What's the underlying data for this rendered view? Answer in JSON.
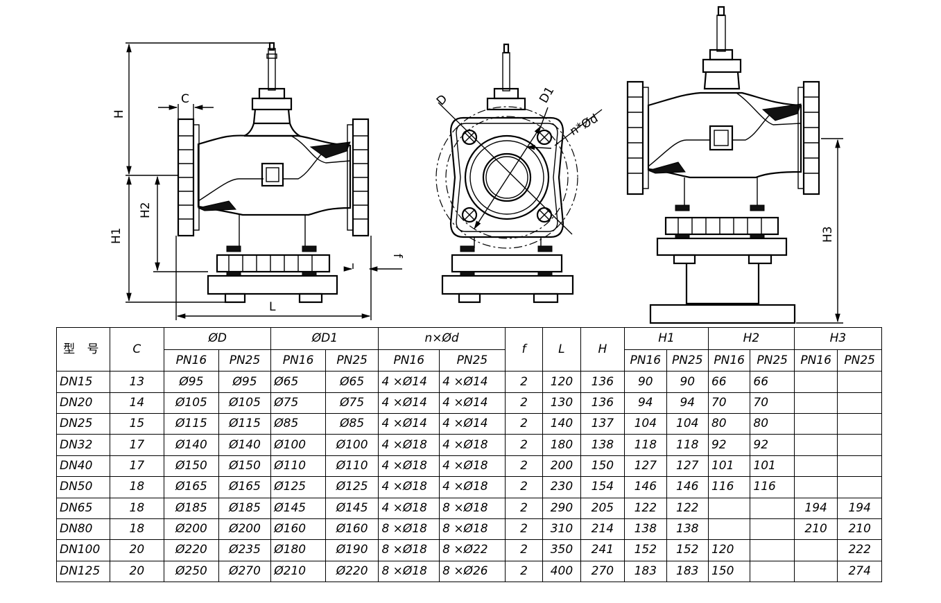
{
  "labels": {
    "C": "C",
    "H": "H",
    "H1": "H1",
    "H2": "H2",
    "H3": "H3",
    "L": "L",
    "f": "f",
    "D": "D",
    "D1": "D1",
    "nd": "n*Ød"
  },
  "table": {
    "model": "型 号",
    "C": "C",
    "phiD": "ØD",
    "phiD1": "ØD1",
    "nxphid": "n×Ød",
    "f": "f",
    "L": "L",
    "H": "H",
    "H1": "H1",
    "H2": "H2",
    "H3": "H3",
    "pn16": "PN16",
    "pn25": "PN25",
    "rows": [
      {
        "dn": "DN15",
        "c": "13",
        "d16": "Ø95",
        "d25": "Ø95",
        "d116": "Ø65",
        "d125": "Ø65",
        "n16": "4 ×Ø14",
        "n25": "4 ×Ø14",
        "f": "2",
        "l": "120",
        "h": "136",
        "h116": "90",
        "h125": "90",
        "h216": "66",
        "h225": "66",
        "h316": "",
        "h325": ""
      },
      {
        "dn": "DN20",
        "c": "14",
        "d16": "Ø105",
        "d25": "Ø105",
        "d116": "Ø75",
        "d125": "Ø75",
        "n16": "4 ×Ø14",
        "n25": "4 ×Ø14",
        "f": "2",
        "l": "130",
        "h": "136",
        "h116": "94",
        "h125": "94",
        "h216": "70",
        "h225": "70",
        "h316": "",
        "h325": ""
      },
      {
        "dn": "DN25",
        "c": "15",
        "d16": "Ø115",
        "d25": "Ø115",
        "d116": "Ø85",
        "d125": "Ø85",
        "n16": "4 ×Ø14",
        "n25": "4 ×Ø14",
        "f": "2",
        "l": "140",
        "h": "137",
        "h116": "104",
        "h125": "104",
        "h216": "80",
        "h225": "80",
        "h316": "",
        "h325": ""
      },
      {
        "dn": "DN32",
        "c": "17",
        "d16": "Ø140",
        "d25": "Ø140",
        "d116": "Ø100",
        "d125": "Ø100",
        "n16": "4 ×Ø18",
        "n25": "4 ×Ø18",
        "f": "2",
        "l": "180",
        "h": "138",
        "h116": "118",
        "h125": "118",
        "h216": "92",
        "h225": "92",
        "h316": "",
        "h325": ""
      },
      {
        "dn": "DN40",
        "c": "17",
        "d16": "Ø150",
        "d25": "Ø150",
        "d116": "Ø110",
        "d125": "Ø110",
        "n16": "4 ×Ø18",
        "n25": "4 ×Ø18",
        "f": "2",
        "l": "200",
        "h": "150",
        "h116": "127",
        "h125": "127",
        "h216": "101",
        "h225": "101",
        "h316": "",
        "h325": ""
      },
      {
        "dn": "DN50",
        "c": "18",
        "d16": "Ø165",
        "d25": "Ø165",
        "d116": "Ø125",
        "d125": "Ø125",
        "n16": "4 ×Ø18",
        "n25": "4 ×Ø18",
        "f": "2",
        "l": "230",
        "h": "154",
        "h116": "146",
        "h125": "146",
        "h216": "116",
        "h225": "116",
        "h316": "",
        "h325": ""
      },
      {
        "dn": "DN65",
        "c": "18",
        "d16": "Ø185",
        "d25": "Ø185",
        "d116": "Ø145",
        "d125": "Ø145",
        "n16": "4 ×Ø18",
        "n25": "8 ×Ø18",
        "f": "2",
        "l": "290",
        "h": "205",
        "h116": "122",
        "h125": "122",
        "h216": "",
        "h225": "",
        "h316": "194",
        "h325": "194"
      },
      {
        "dn": "DN80",
        "c": "18",
        "d16": "Ø200",
        "d25": "Ø200",
        "d116": "Ø160",
        "d125": "Ø160",
        "n16": "8 ×Ø18",
        "n25": "8 ×Ø18",
        "f": "2",
        "l": "310",
        "h": "214",
        "h116": "138",
        "h125": "138",
        "h216": "",
        "h225": "",
        "h316": "210",
        "h325": "210"
      },
      {
        "dn": "DN100",
        "c": "20",
        "d16": "Ø220",
        "d25": "Ø235",
        "d116": "Ø180",
        "d125": "Ø190",
        "n16": "8 ×Ø18",
        "n25": "8 ×Ø22",
        "f": "2",
        "l": "350",
        "h": "241",
        "h116": "152",
        "h125": "152",
        "h216": "120",
        "h225": "",
        "h316": "",
        "h325": "222"
      },
      {
        "dn": "DN125",
        "c": "20",
        "d16": "Ø250",
        "d25": "Ø270",
        "d116": "Ø210",
        "d125": "Ø220",
        "n16": "8 ×Ø18",
        "n25": "8 ×Ø26",
        "f": "2",
        "l": "400",
        "h": "270",
        "h116": "183",
        "h125": "183",
        "h216": "150",
        "h225": "",
        "h316": "",
        "h325": "274"
      }
    ]
  }
}
